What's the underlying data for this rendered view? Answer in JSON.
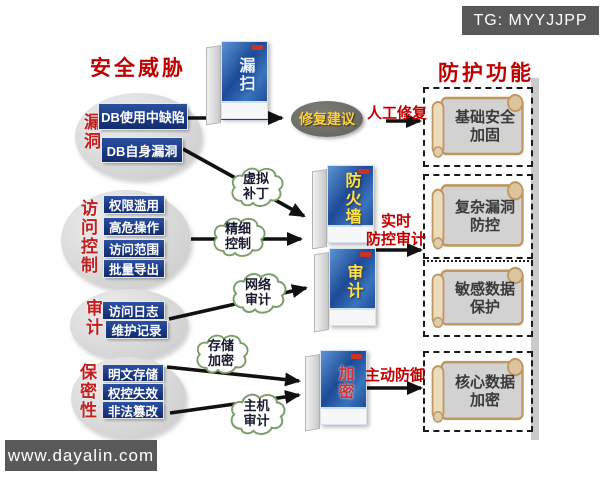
{
  "header": {
    "tg_badge": "TG: MYYJJPP",
    "watermark": "www.dayalin.com"
  },
  "titles": {
    "left": "安全威胁",
    "right": "防护功能"
  },
  "threat_groups": [
    {
      "label": "漏洞",
      "items": [
        "DB使用中缺陷",
        "DB自身漏洞"
      ]
    },
    {
      "label": "访问控制",
      "items": [
        "权限滥用",
        "高危操作",
        "访问范围",
        "批量导出"
      ]
    },
    {
      "label": "审计",
      "items": [
        "访问日志",
        "维护记录"
      ]
    },
    {
      "label": "保密性",
      "items": [
        "明文存储",
        "权控失效",
        "非法篡改"
      ]
    }
  ],
  "products": [
    {
      "name": "漏扫"
    },
    {
      "name": "防火墙"
    },
    {
      "name": "审计"
    },
    {
      "name": "加密"
    }
  ],
  "clouds": [
    {
      "line1": "虚拟",
      "line2": "补丁"
    },
    {
      "line1": "精细",
      "line2": "控制"
    },
    {
      "line1": "网络",
      "line2": "审计"
    },
    {
      "line1": "存储",
      "line2": "加密"
    },
    {
      "line1": "主机",
      "line2": "审计"
    }
  ],
  "mid_labels": {
    "repair_suggestion": "修复建议",
    "manual_repair": "人工修复",
    "realtime_line1": "实时",
    "realtime_line2": "防控审计",
    "active_defense": "主动防御"
  },
  "protections": [
    {
      "line1": "基础安全",
      "line2": "加固"
    },
    {
      "line1": "复杂漏洞",
      "line2": "防控"
    },
    {
      "line1": "敏感数据",
      "line2": "保护"
    },
    {
      "line1": "核心数据",
      "line2": "加密"
    }
  ],
  "colors": {
    "accent_red": "#c00000",
    "navy_box": "#1b3a85",
    "badge_gray": "#595959",
    "cloud_green": "#79a06b",
    "scroll_tan": "#bf9760"
  }
}
